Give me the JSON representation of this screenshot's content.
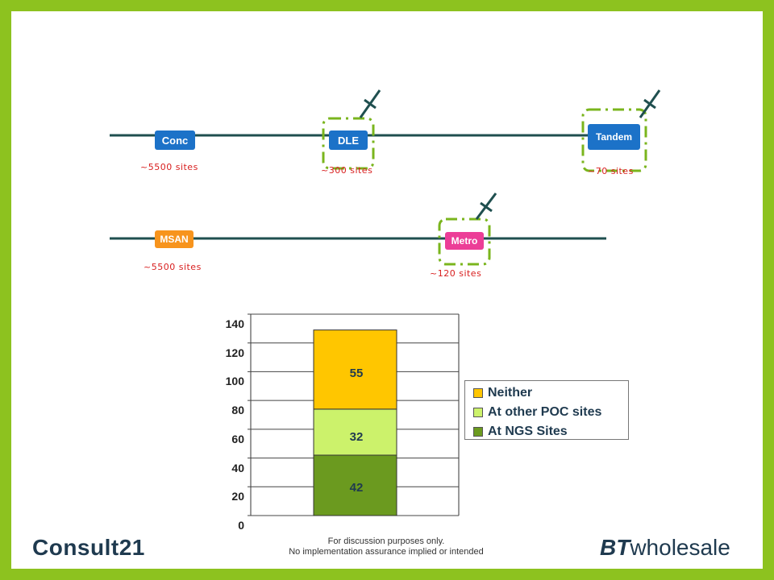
{
  "diagram": {
    "row1": {
      "nodes": [
        {
          "label": "Conc",
          "sites": "~5500 sites",
          "color": "#1c72c8"
        },
        {
          "label": "DLE",
          "sites": "~300 sites",
          "color": "#1c72c8"
        },
        {
          "label": "Tandem",
          "sites": "~70 sites",
          "color": "#1c72c8"
        }
      ]
    },
    "row2": {
      "nodes": [
        {
          "label": "MSAN",
          "sites": "~5500 sites",
          "color": "#f7941d"
        },
        {
          "label": "Metro",
          "sites": "~120 sites",
          "color": "#ec3e97"
        }
      ]
    },
    "line_color": "#1f4f4f",
    "dash_box_color": "#7ab51d"
  },
  "chart_data": {
    "type": "bar",
    "stacked": true,
    "categories": [
      ""
    ],
    "series": [
      {
        "name": "At NGS Sites",
        "values": [
          42
        ],
        "color": "#6b9a1f"
      },
      {
        "name": "At other POC sites",
        "values": [
          32
        ],
        "color": "#ccf26b"
      },
      {
        "name": "Neither",
        "values": [
          55
        ],
        "color": "#ffc600"
      }
    ],
    "ylim": [
      0,
      140
    ],
    "yticks": [
      "0",
      "20",
      "40",
      "60",
      "80",
      "100",
      "120",
      "140"
    ],
    "grid": true,
    "legend": "right",
    "legend_order": [
      "Neither",
      "At other POC sites",
      "At NGS Sites"
    ]
  },
  "footer": {
    "disclaimer_line1": "For discussion purposes only.",
    "disclaimer_line2": "No implementation assurance implied or intended",
    "logo_left": "Consult21",
    "logo_right_bt": "BT",
    "logo_right_text": "wholesale"
  }
}
